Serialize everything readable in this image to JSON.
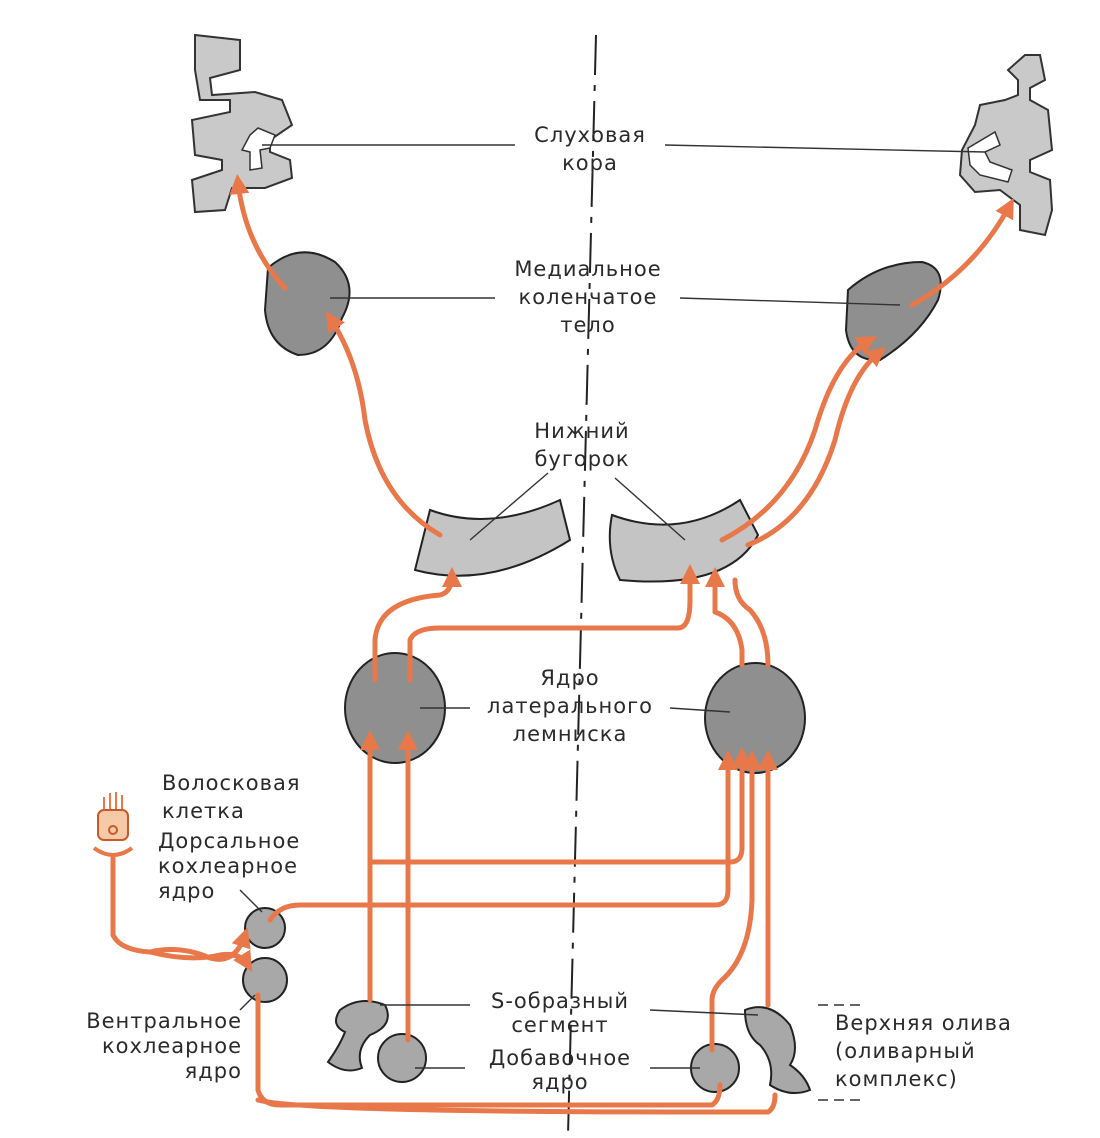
{
  "labels": {
    "auditory_cortex": [
      "Слуховая",
      "кора"
    ],
    "medial_geniculate": [
      "Медиальное",
      "коленчатое",
      "тело"
    ],
    "inferior_colliculus": [
      "Нижний",
      "бугорок"
    ],
    "lateral_lemniscus": [
      "Ядро",
      "латерального",
      "лемниска"
    ],
    "hair_cell": [
      "Волосковая",
      "клетка"
    ],
    "dorsal_cochlear": [
      "Дорсальное",
      "кохлеарное",
      "ядро"
    ],
    "ventral_cochlear": [
      "Вентральное",
      "кохлеарное",
      "ядро"
    ],
    "s_segment": [
      "S-образный",
      "сегмент"
    ],
    "accessory_nucleus": [
      "Добавочное",
      "ядро"
    ],
    "superior_olive": [
      "Верхняя олива",
      "(оливарный",
      "комплекс)"
    ]
  },
  "colors": {
    "pathway": "#e8784a",
    "nucleus_dark": "#8f8f8f",
    "cortex": "#c9c9c9"
  }
}
